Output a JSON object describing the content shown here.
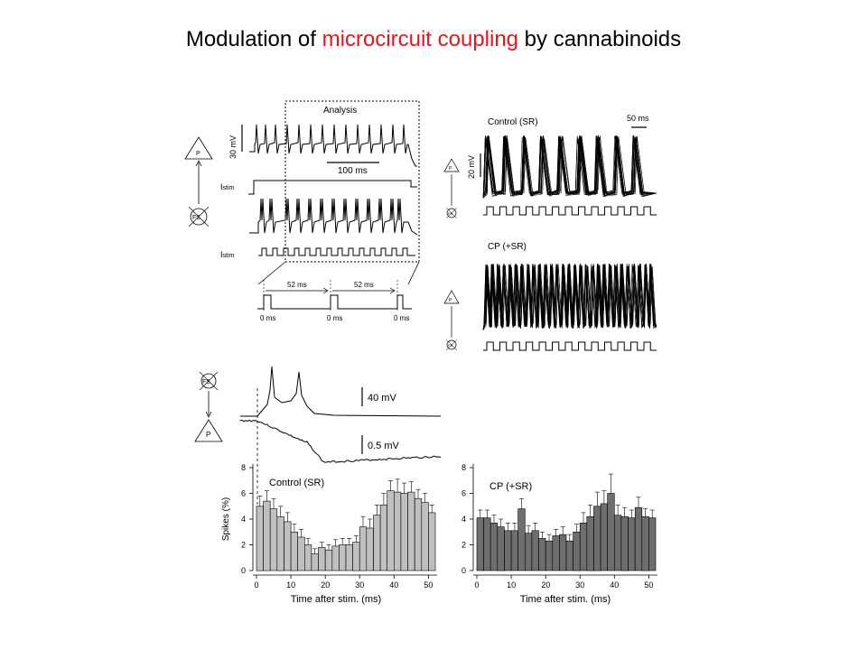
{
  "title": {
    "before": "Modulation of ",
    "highlight": "microcircuit coupling",
    "after": " by cannabinoids",
    "highlight_color": "#e8141b"
  },
  "panel_a": {
    "analysis_label": "Analysis",
    "scale_v": "30 mV",
    "scale_t": "100 ms",
    "istim_label": "I",
    "istim_sub": "stim",
    "cell_p": "P",
    "cell_fs": "FS",
    "period_labels": [
      "52 ms",
      "52 ms"
    ],
    "time_labels": [
      "0 ms",
      "0 ms",
      "0 ms"
    ]
  },
  "panel_b": {
    "control_label": "Control (SR)",
    "cp_label": "CP (+SR)",
    "scale_t": "50 ms",
    "scale_v": "20 mV",
    "cell_p": "P",
    "cell_fs": "FS"
  },
  "panel_c": {
    "cell_fs": "FS",
    "cell_p": "P",
    "scale_top": "40 mV",
    "scale_bottom": "0.5 mV"
  },
  "chart_data": [
    {
      "type": "bar",
      "title": "Control (SR)",
      "xlabel": "Time after stim. (ms)",
      "ylabel": "Spikes (%)",
      "xlim": [
        0,
        52
      ],
      "ylim": [
        0,
        8
      ],
      "xticks": [
        0,
        10,
        20,
        30,
        40,
        50
      ],
      "yticks": [
        0,
        2,
        4,
        6,
        8
      ],
      "bin_width_ms": 2,
      "bar_color": "#c0c0c0",
      "values": [
        5.0,
        5.4,
        4.8,
        4.2,
        3.8,
        3.0,
        2.6,
        2.0,
        1.3,
        1.8,
        1.6,
        1.9,
        2.0,
        2.0,
        2.2,
        3.4,
        3.3,
        4.3,
        5.1,
        6.2,
        6.1,
        6.0,
        6.1,
        5.6,
        5.3,
        4.5
      ],
      "errors": [
        0.8,
        0.8,
        0.8,
        0.8,
        0.7,
        0.6,
        0.6,
        0.5,
        0.4,
        0.4,
        0.4,
        0.5,
        0.5,
        0.5,
        0.5,
        0.8,
        0.7,
        0.8,
        0.9,
        0.8,
        1.0,
        0.8,
        0.8,
        0.7,
        0.7,
        0.6
      ]
    },
    {
      "type": "bar",
      "title": "CP (+SR)",
      "xlabel": "Time after stim. (ms)",
      "ylabel": "",
      "xlim": [
        0,
        52
      ],
      "ylim": [
        0,
        8
      ],
      "xticks": [
        0,
        10,
        20,
        30,
        40,
        50
      ],
      "yticks": [
        0,
        2,
        4,
        6,
        8
      ],
      "bin_width_ms": 2,
      "bar_color": "#6e6e6e",
      "values": [
        4.1,
        4.1,
        3.7,
        3.4,
        3.1,
        3.1,
        4.8,
        2.9,
        3.1,
        2.5,
        2.3,
        2.7,
        2.8,
        2.3,
        3.0,
        3.7,
        4.2,
        5.0,
        5.2,
        6.0,
        4.3,
        4.2,
        4.1,
        4.9,
        4.2,
        4.1
      ],
      "errors": [
        0.6,
        0.6,
        0.6,
        0.6,
        0.6,
        0.6,
        0.8,
        0.6,
        0.6,
        0.5,
        0.5,
        0.5,
        0.6,
        0.5,
        0.6,
        0.8,
        0.9,
        1.1,
        1.0,
        1.5,
        0.8,
        0.7,
        0.6,
        0.8,
        0.6,
        0.6
      ]
    }
  ]
}
